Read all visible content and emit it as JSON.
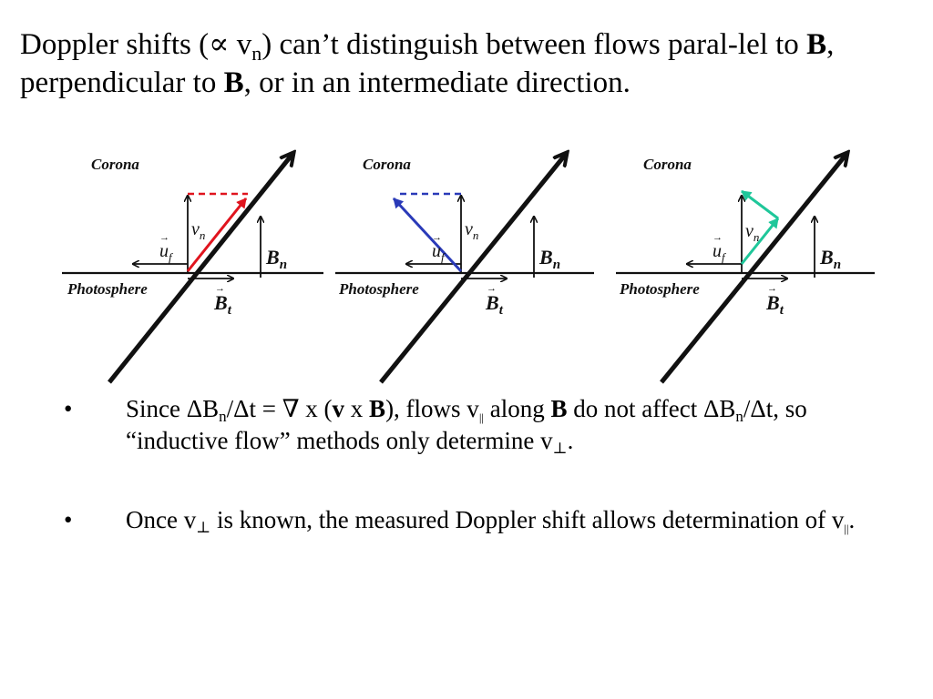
{
  "title": {
    "part1": "Doppler shifts (",
    "propto": "∝",
    "v": " v",
    "n": "n",
    "part2": ") can’t distinguish between flows paral-lel to ",
    "b1": "B",
    "part3": ", perpendicular to ",
    "b2": "B",
    "part4": ", or in an intermediate direction."
  },
  "figure": {
    "corona_label": "Corona",
    "photosphere_label": "Photosphere",
    "uf_label": "u",
    "uf_sub": "f",
    "vn_label": "v",
    "vn_sub": "n",
    "bn_label": "B",
    "bn_sub": "n",
    "bt_label": "B",
    "bt_sub": "t",
    "colors": {
      "panel1": "#e0141e",
      "panel2": "#2a3ab8",
      "panel3": "#1fc79a",
      "field": "#111111"
    }
  },
  "bullets": {
    "marker": "•",
    "b1": {
      "t1": "Since ΔB",
      "s1": "n",
      "t2": "/Δt = ∇ x (",
      "v": "v",
      "t3": " x ",
      "B": "B",
      "t4": "), flows v",
      "s2": "||",
      "t5": " along ",
      "B2": "B",
      "t6": " do not affect ΔB",
      "s3": "n",
      "t7": "/Δt, so “inductive flow” methods only determine v",
      "s4": "⊥",
      "t8": "."
    },
    "b2": {
      "t1": "Once v",
      "s1": "⊥",
      "t2": " is known, the measured Doppler shift allows determination of v",
      "s2": "||",
      "t3": "."
    }
  }
}
